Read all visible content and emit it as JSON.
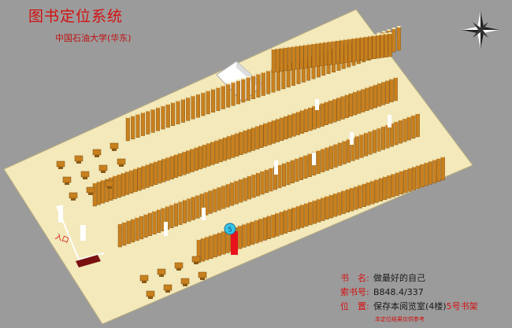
{
  "header": {
    "title": "图书定位系统",
    "subtitle": "中国石油大学(华东)"
  },
  "map": {
    "entrance_label": "入口",
    "target_marker": "5",
    "highlight_color": "#e8131b",
    "floor_color": "#f3e9bb",
    "shelf_color": "#c8801e"
  },
  "book_info": {
    "title_label": "书　名:",
    "title_value": "做最好的自己",
    "callno_label": "索书号:",
    "callno_value": "B848.4/337",
    "location_label": "位　置:",
    "location_value": "保存本阅览室(4楼)",
    "shelf_value": "5号书架",
    "note": "本定位结果仅供参考"
  }
}
